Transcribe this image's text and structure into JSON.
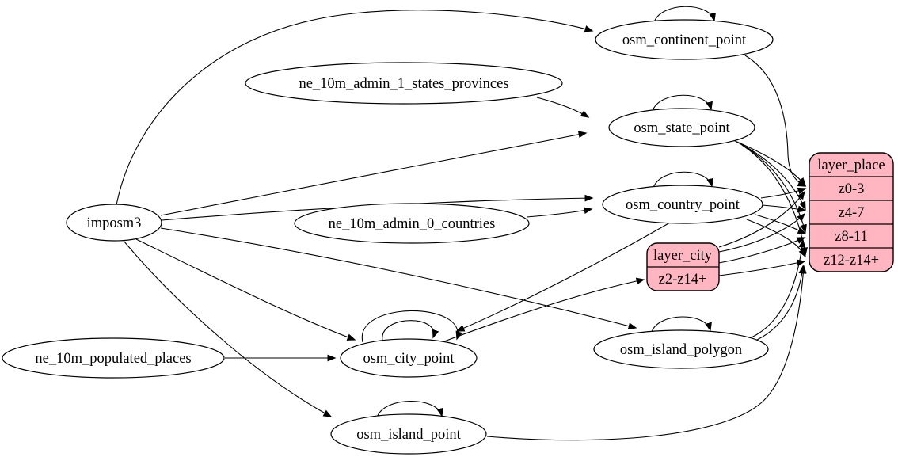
{
  "colors": {
    "background": "#ffffff",
    "node_fill": "#FFB6C1",
    "edge_stroke": "#000000",
    "text": "#000000"
  },
  "nodes": {
    "imposm3": {
      "label": "imposm3"
    },
    "ne_10m_admin_1_states_provinces": {
      "label": "ne_10m_admin_1_states_provinces"
    },
    "ne_10m_admin_0_countries": {
      "label": "ne_10m_admin_0_countries"
    },
    "ne_10m_populated_places": {
      "label": "ne_10m_populated_places"
    },
    "osm_continent_point": {
      "label": "osm_continent_point"
    },
    "osm_state_point": {
      "label": "osm_state_point"
    },
    "osm_country_point": {
      "label": "osm_country_point"
    },
    "osm_city_point": {
      "label": "osm_city_point"
    },
    "osm_island_polygon": {
      "label": "osm_island_polygon"
    },
    "osm_island_point": {
      "label": "osm_island_point"
    },
    "layer_city": {
      "title": "layer_city",
      "rows": [
        "z2-z14+"
      ]
    },
    "layer_place": {
      "title": "layer_place",
      "rows": [
        "z0-3",
        "z4-7",
        "z8-11",
        "z12-z14+"
      ]
    }
  },
  "edges": [
    "imposm3 -> osm_continent_point",
    "imposm3 -> osm_state_point",
    "imposm3 -> osm_country_point",
    "imposm3 -> osm_city_point",
    "imposm3 -> osm_island_polygon",
    "imposm3 -> osm_island_point",
    "ne_10m_admin_1_states_provinces -> osm_state_point",
    "ne_10m_admin_0_countries -> osm_country_point",
    "ne_10m_populated_places -> osm_city_point",
    "osm_continent_point -> osm_continent_point",
    "osm_state_point -> osm_state_point",
    "osm_country_point -> osm_country_point",
    "osm_city_point -> osm_city_point",
    "osm_city_point -> osm_city_point",
    "osm_island_polygon -> osm_island_polygon",
    "osm_island_point -> osm_island_point",
    "osm_country_point -> osm_city_point",
    "osm_city_point -> layer_city:z2-z14+",
    "osm_continent_point -> layer_place:z0-3",
    "osm_country_point -> layer_place:z0-3",
    "osm_country_point -> layer_place:z4-7",
    "osm_country_point -> layer_place:z8-11",
    "osm_country_point -> layer_place:z12-z14+",
    "osm_state_point -> layer_place:z0-3",
    "osm_state_point -> layer_place:z4-7",
    "osm_state_point -> layer_place:z8-11",
    "osm_state_point -> layer_place:z12-z14+",
    "layer_city:z2-z14+ -> layer_place:z0-3",
    "layer_city:z2-z14+ -> layer_place:z4-7",
    "layer_city:z2-z14+ -> layer_place:z8-11",
    "layer_city:z2-z14+ -> layer_place:z12-z14+",
    "osm_island_polygon -> layer_place:z8-11",
    "osm_island_polygon -> layer_place:z12-z14+",
    "osm_island_point -> layer_place:z12-z14+"
  ]
}
